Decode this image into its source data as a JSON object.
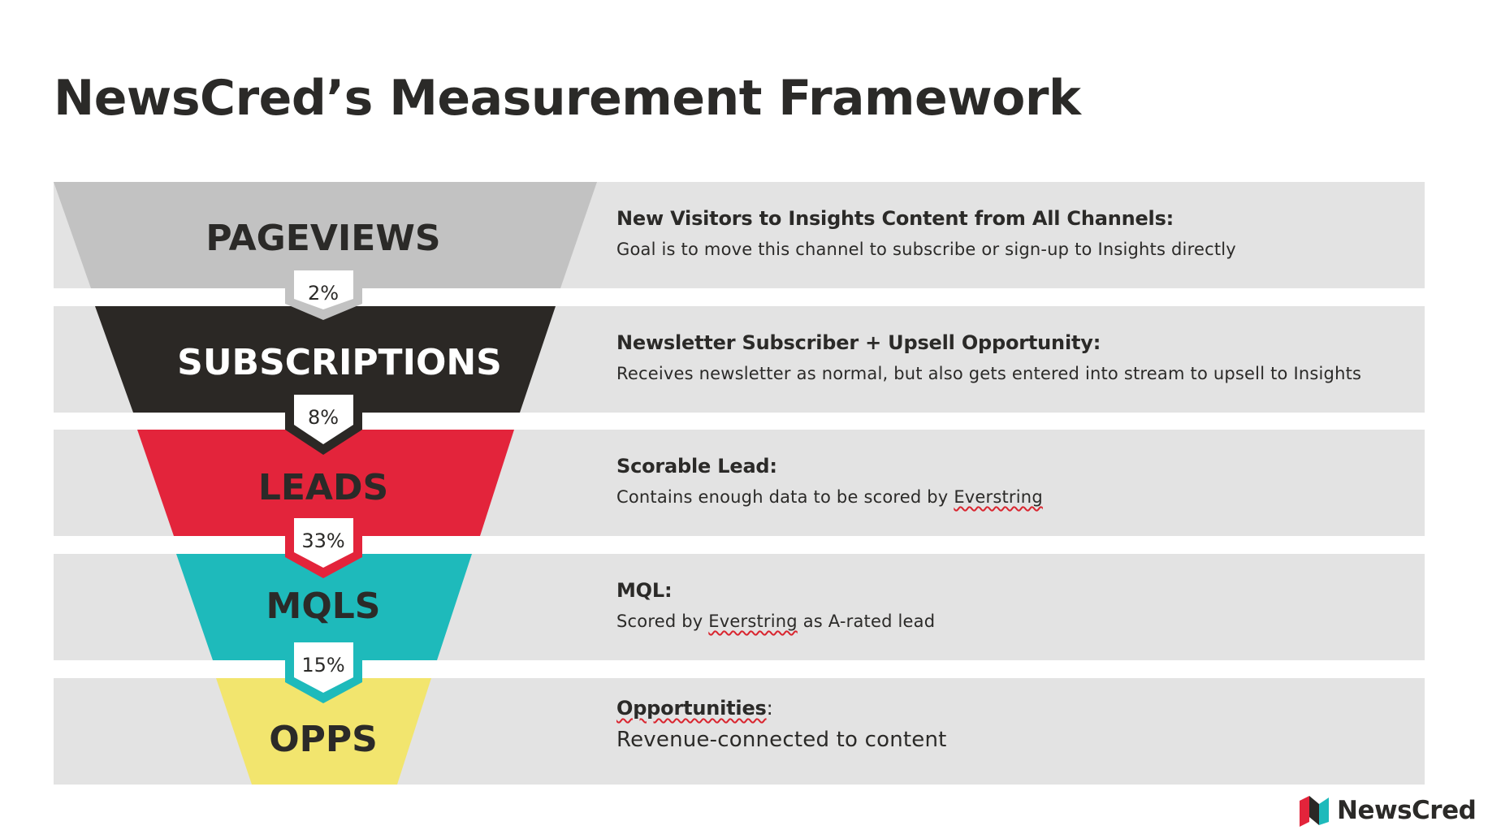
{
  "title": "NewsCred’s Measurement Framework",
  "colors": {
    "band": "#e3e3e3",
    "pageviews": "#c2c2c2",
    "subscriptions": "#2b2825",
    "leads": "#e3243b",
    "mqls": "#1ebabb",
    "opps": "#f2e56e",
    "text_dark": "#2b2a28"
  },
  "stages": [
    {
      "label": "PAGEVIEWS",
      "heading": "New Visitors to Insights Content from All Channels:",
      "body": "Goal is to move this channel to subscribe or sign-up to Insights directly"
    },
    {
      "label": "SUBSCRIPTIONS",
      "heading": "Newsletter Subscriber + Upsell Opportunity:",
      "body": "Receives newsletter as normal, but also gets entered into stream to upsell to Insights"
    },
    {
      "label": "LEADS",
      "heading": "Scorable Lead:",
      "body_before": "Contains enough data to be scored by ",
      "body_flagged": "Everstring",
      "body_after": ""
    },
    {
      "label": "MQLS",
      "heading": "MQL:",
      "body_before": "Scored by ",
      "body_flagged": "Everstring",
      "body_after": " as A-rated lead"
    },
    {
      "label": "OPPS",
      "heading_flagged": "Opportunities",
      "heading_after": ":",
      "body": "Revenue-connected to content"
    }
  ],
  "conversions": [
    "2%",
    "8%",
    "33%",
    "15%"
  ],
  "logo": {
    "text": "NewsCred",
    "icon": "newscred-logo-icon"
  }
}
